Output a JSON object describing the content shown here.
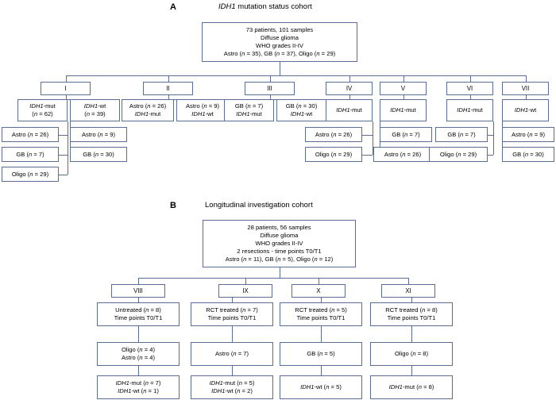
{
  "figure": {
    "panels": [
      {
        "letter": "A",
        "title_italic": "IDH1",
        "title_rest": " mutation status cohort",
        "root": {
          "lines": [
            "73 patients, 101 samples",
            "Diffuse glioma",
            "WHO grades II-IV",
            "Astro (n = 35), GB (n = 37), Oligo (n = 29)"
          ]
        },
        "groups": [
          {
            "label": "I"
          },
          {
            "label": "II"
          },
          {
            "label": "III"
          },
          {
            "label": "IV"
          },
          {
            "label": "V"
          },
          {
            "label": "VI"
          },
          {
            "label": "VII"
          }
        ],
        "level2": [
          {
            "l1": "IDH1-mut",
            "l2": "(n = 62)"
          },
          {
            "l1": "IDH1-wt",
            "l2": "(n = 39)"
          },
          {
            "l1": "Astro (n = 26)",
            "l2": "IDH1-mut"
          },
          {
            "l1": "Astro (n = 9)",
            "l2": "IDH1-wt"
          },
          {
            "l1": "GB (n = 7)",
            "l2": "IDH1-mut"
          },
          {
            "l1": "GB (n = 30)",
            "l2": "IDH1-wt"
          },
          {
            "l1": "IDH1-mut",
            "l2": ""
          },
          {
            "l1": "IDH1-mut",
            "l2": ""
          },
          {
            "l1": "IDH1-mut",
            "l2": ""
          },
          {
            "l1": "IDH1-wt",
            "l2": ""
          }
        ],
        "leaves": [
          {
            "text": "Astro (n = 26)"
          },
          {
            "text": "GB (n = 7)"
          },
          {
            "text": "Oligo (n = 29)"
          },
          {
            "text": "Astro (n = 9)"
          },
          {
            "text": "GB (n = 30)"
          },
          {
            "text": "Astro (n = 26)"
          },
          {
            "text": "Oligo (n = 29)"
          },
          {
            "text": "GB (n = 7)"
          },
          {
            "text": "Astro (n = 26)"
          },
          {
            "text": "GB (n = 7)"
          },
          {
            "text": "Oligo (n = 29)"
          },
          {
            "text": "Astro (n = 9)"
          },
          {
            "text": "GB (n = 30)"
          }
        ]
      },
      {
        "letter": "B",
        "title_italic": "",
        "title_rest": "Longitudinal investigation cohort",
        "root": {
          "lines": [
            "28 patients, 56 samples",
            "Diffuse glioma",
            "WHO grades II-IV",
            "2 resections - time points T0/T1",
            "Astro (n = 11), GB (n = 5), Oligo (n = 12)"
          ]
        },
        "groups": [
          {
            "label": "VIII"
          },
          {
            "label": "IX"
          },
          {
            "label": "X"
          },
          {
            "label": "XI"
          }
        ],
        "columns": [
          {
            "treat_l1": "Untreated (n = 8)",
            "treat_l2": "Time points T0/T1",
            "type_l1": "Oligo (n = 4)",
            "type_l2": "Astro (n = 4)",
            "idh_l1": "IDH1-mut (n = 7)",
            "idh_l2": "IDH1-wt (n = 1)"
          },
          {
            "treat_l1": "RCT treated (n = 7)",
            "treat_l2": "Time points T0/T1",
            "type_l1": "Astro (n = 7)",
            "type_l2": "",
            "idh_l1": "IDH1-mut (n = 5)",
            "idh_l2": "IDH1-wt (n = 2)"
          },
          {
            "treat_l1": "RCT treated (n = 5)",
            "treat_l2": "Time points T0/T1",
            "type_l1": "GB (n = 5)",
            "type_l2": "",
            "idh_l1": "IDH1-wt (n = 5)",
            "idh_l2": ""
          },
          {
            "treat_l1": "RCT treated (n = 8)",
            "treat_l2": "Time points T0/T1",
            "type_l1": "Oligo (n = 8)",
            "type_l2": "",
            "idh_l1": "IDH1-mut (n = 8)",
            "idh_l2": ""
          }
        ]
      }
    ],
    "colors": {
      "border": "#5b6e91",
      "background": "#ffffff",
      "text": "#000000"
    }
  }
}
